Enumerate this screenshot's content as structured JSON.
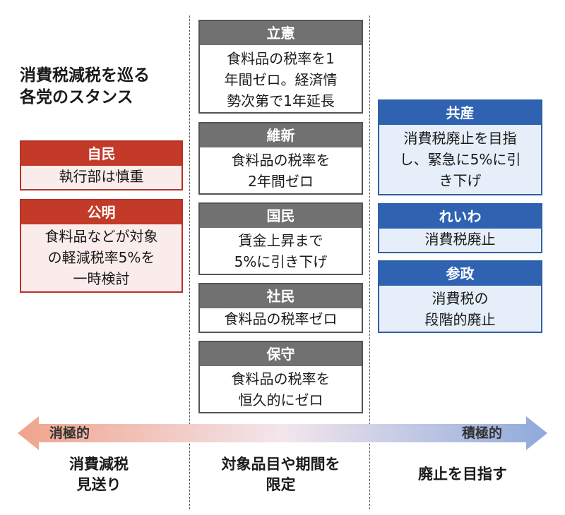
{
  "title": {
    "line1": "消費税減税を巡る",
    "line2": "各党のスタンス"
  },
  "parties": {
    "jimin": {
      "name": "自民",
      "text": [
        "執行部は慎重"
      ]
    },
    "komei": {
      "name": "公明",
      "text": [
        "食料品などが対象",
        "の軽減税率5%を",
        "一時検討"
      ]
    },
    "rikken": {
      "name": "立憲",
      "text": [
        "食料品の税率を1",
        "年間ゼロ。経済情",
        "勢次第で1年延長"
      ]
    },
    "ishin": {
      "name": "維新",
      "text": [
        "食料品の税率を",
        "2年間ゼロ"
      ]
    },
    "kokumin": {
      "name": "国民",
      "text": [
        "賃金上昇まで",
        "5%に引き下げ"
      ]
    },
    "shamin": {
      "name": "社民",
      "text": [
        "食料品の税率ゼロ"
      ]
    },
    "hoshu": {
      "name": "保守",
      "text": [
        "食料品の税率を",
        "恒久的にゼロ"
      ]
    },
    "kyosan": {
      "name": "共産",
      "text": [
        "消費税廃止を目指",
        "し、緊急に5%に引",
        "き下げ"
      ]
    },
    "reiwa": {
      "name": "れいわ",
      "text": [
        "消費税廃止"
      ]
    },
    "sansei": {
      "name": "参政",
      "text": [
        "消費税の",
        "段階的廃止"
      ]
    }
  },
  "axis": {
    "left_label": "消極的",
    "right_label": "積極的"
  },
  "stances": {
    "left": [
      "消費減税",
      "見送り"
    ],
    "center": [
      "対象品目や期間を",
      "限定"
    ],
    "right": [
      "廃止を目指す"
    ]
  },
  "colors": {
    "ruling_party_red": "#c43a28",
    "center_gray": "#717171",
    "active_blue": "#2f63b2",
    "arrow_left": "#f0a38c",
    "arrow_right": "#8fa9dc"
  }
}
